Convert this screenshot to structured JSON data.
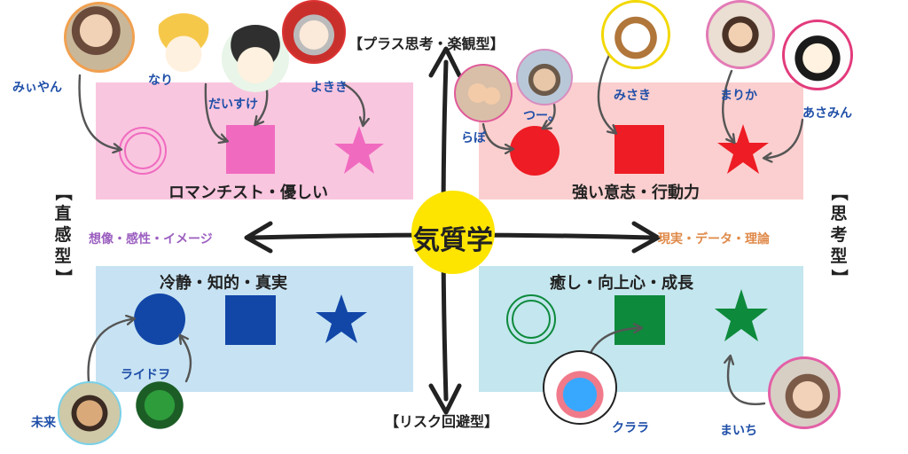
{
  "center": {
    "label": "気質学"
  },
  "axes": {
    "top": "【プラス思考・楽観型】",
    "bottom": "【リスク回避型】",
    "left_vertical": [
      "【",
      "直",
      "感",
      "型",
      "】"
    ],
    "right_vertical": [
      "【",
      "思",
      "考",
      "型",
      "】"
    ],
    "left_sub": "想像・感性・イメージ",
    "right_sub": "現実・データ・理論"
  },
  "quadrants": {
    "top_left": {
      "title": "ロマンチスト・優しい",
      "color": "#f9c6df"
    },
    "top_right": {
      "title": "強い意志・行動力",
      "color": "#fbcfcf"
    },
    "bottom_left": {
      "title": "冷静・知的・真実",
      "color": "#c7e3f3"
    },
    "bottom_right": {
      "title": "癒し・向上心・成長",
      "color": "#c4e6ee"
    }
  },
  "colors": {
    "pink": "#f06bc0",
    "red": "#ee1c24",
    "blue": "#1247a8",
    "green": "#0d8a3c",
    "center": "#fde500",
    "name": "#1f4fa8"
  },
  "people": {
    "miyan": "みぃやん",
    "nari": "なり",
    "daisuke": "だいすけ",
    "yokiki": "よきき",
    "rabo": "らぼ",
    "tsuu": "つー。",
    "misaki": "みさき",
    "marika": "まりか",
    "asamin": "あさみん",
    "mirai": "未来",
    "raidowo": "ライドヲ",
    "kurara": "クララ",
    "maichi": "まいち"
  }
}
